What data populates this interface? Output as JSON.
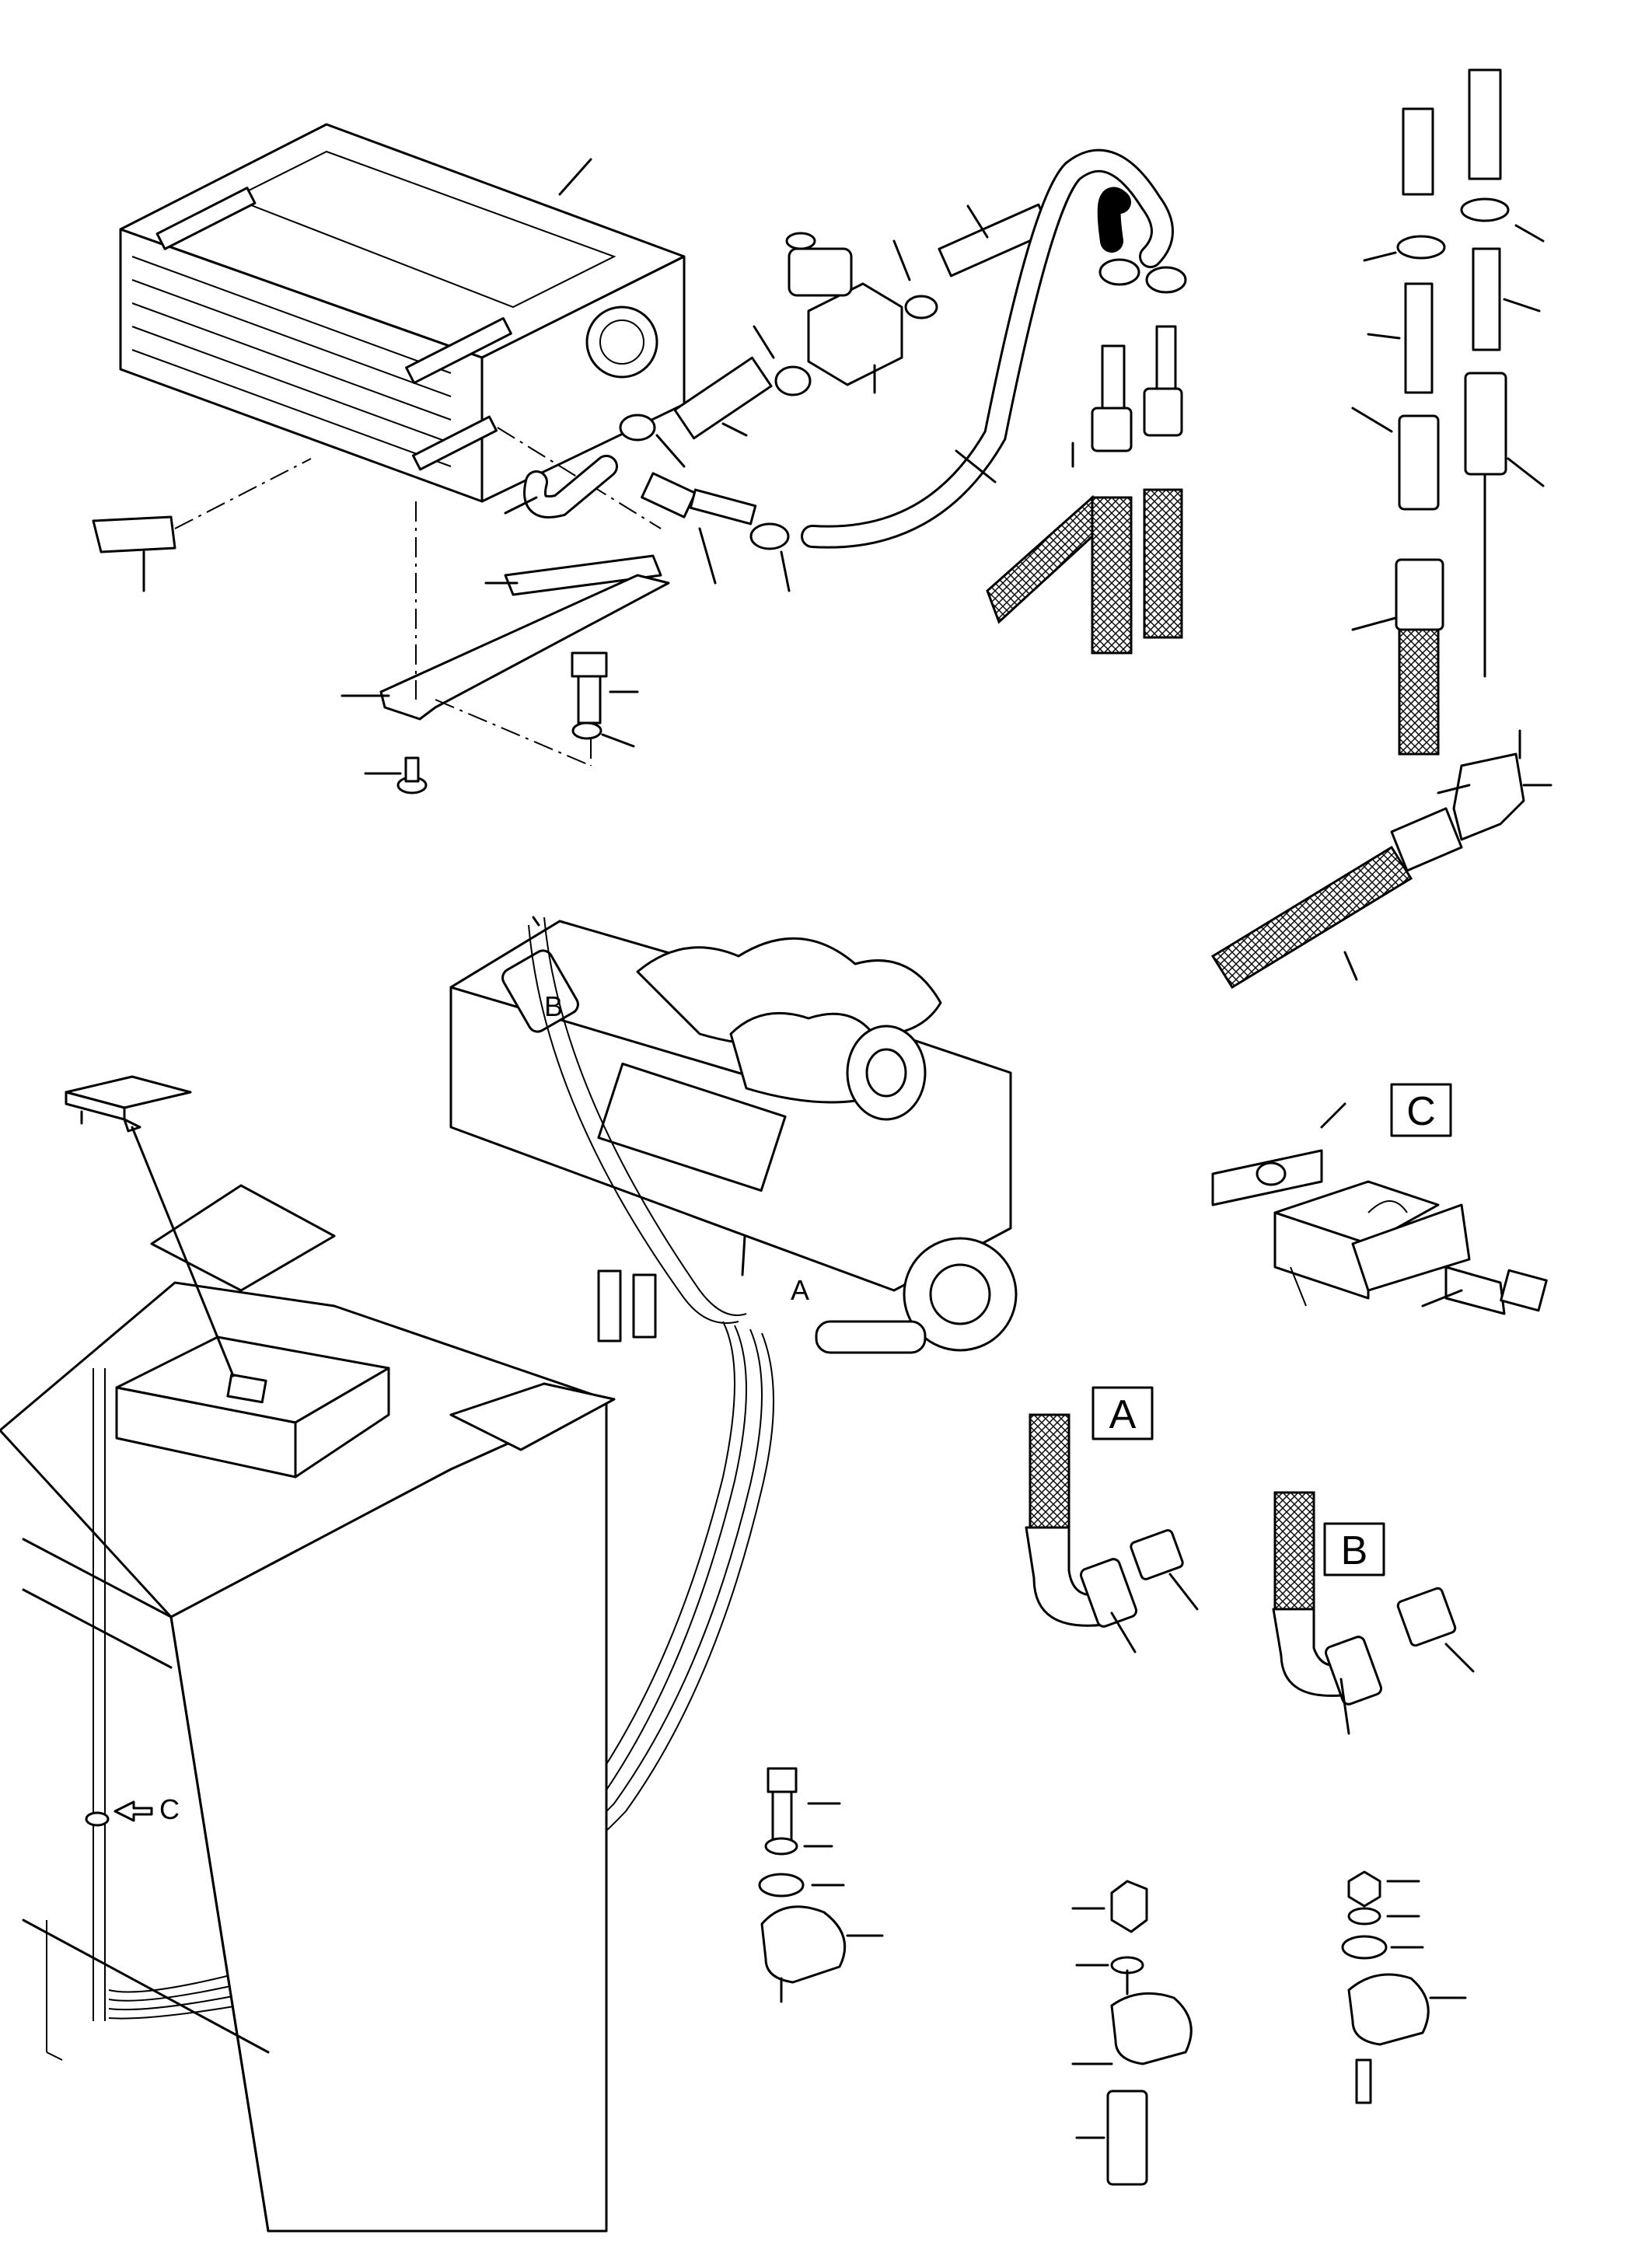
{
  "detail_labels": {
    "c": "C",
    "a": "A",
    "b": "B"
  },
  "engine_callouts": {
    "b": "B",
    "a": "A"
  },
  "cab_arrow_label": "C"
}
